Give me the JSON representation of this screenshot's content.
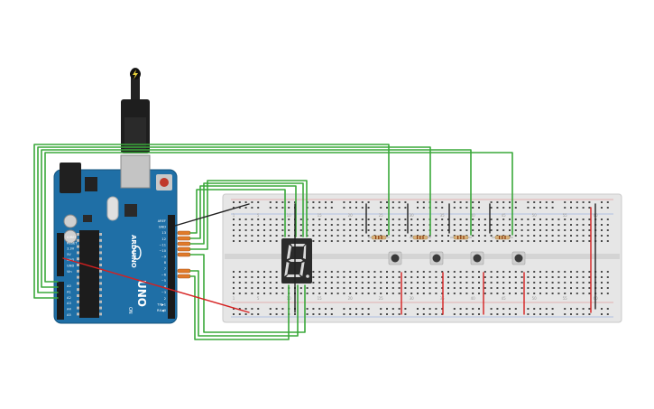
{
  "colors": {
    "board": "#1f6fa6",
    "board_edge": "#15557f",
    "breadboard": "#e6e6e6",
    "breadboard_edge": "#c9c9c9",
    "hole": "#4a4a4a",
    "wire_green": "#3aa83a",
    "wire_red": "#d62020",
    "wire_black": "#222222",
    "display": "#2b2b2b",
    "segment_off": "#3d3d3d",
    "segment_on": "#d9d9d9",
    "button": "#3a3a3a",
    "resistor": "#d8b27c"
  },
  "arduino": {
    "brand_label": "ARDUINO",
    "model_label": "UNO",
    "on_label": "ON",
    "power_pin_labels": [
      "IOREF",
      "RESET",
      "3.3V",
      "5V",
      "GND",
      "GND",
      "Vin"
    ],
    "analog_pin_labels": [
      "A0",
      "A1",
      "A2",
      "A3",
      "A4",
      "A5"
    ],
    "digital_pin_labels": [
      "AREF",
      "GND",
      "13",
      "12",
      "~11",
      "~10",
      "~9",
      "8",
      "7",
      "~6",
      "~5",
      "4",
      "~3",
      "2",
      "TX▶1",
      "RX◀0"
    ]
  },
  "breadboard": {
    "column_labels": [
      "1",
      "5",
      "10",
      "15",
      "20",
      "25",
      "30",
      "35",
      "40",
      "45",
      "50",
      "55",
      "60"
    ]
  },
  "display": {
    "digit": "8",
    "lit_segments": [
      "a",
      "b",
      "c",
      "d",
      "e",
      "f",
      "g"
    ]
  },
  "buttons_count": 4,
  "resistors_count": 4
}
